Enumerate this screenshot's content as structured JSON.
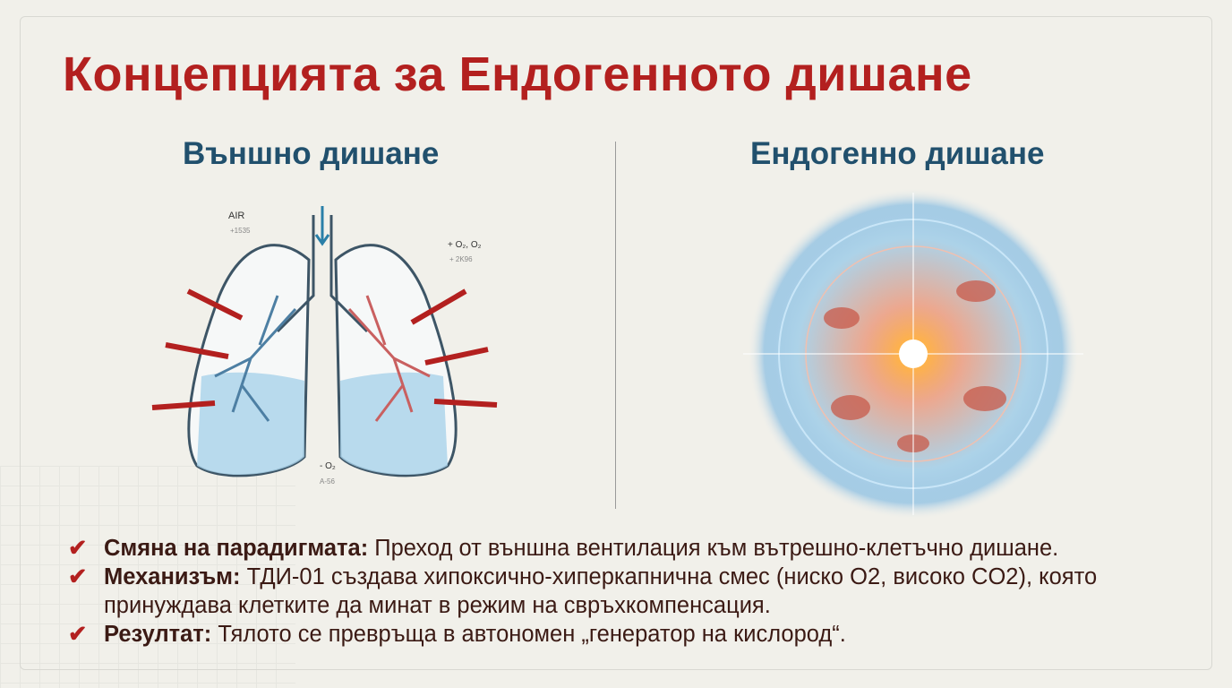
{
  "title": "Концепцията за Ендогенното дишане",
  "left": {
    "heading": "Външно дишане",
    "labels": {
      "air": "AIR",
      "air_value": "+1535",
      "o2_top": "+ O₂, O₂",
      "o2_top_value": "+ 2K96",
      "o2_bottom": "- O₂",
      "o2_bottom_value": "A-56"
    }
  },
  "right": {
    "heading": "Ендогенно дишане"
  },
  "bullets": [
    {
      "label": "Смяна на парадигмата:",
      "text": " Преход от външна вентилация към вътрешно-клетъчно дишане."
    },
    {
      "label": "Механизъм:",
      "text": " ТДИ-01 създава хипоксично-хиперкапнична смес (ниско O2, високо CO2), която",
      "text2": "принуждава клетките да минат в режим на свръхкомпенсация."
    },
    {
      "label": "Резултат:",
      "text": " Тялото се превръща в автономен „генератор на кислород“."
    }
  ],
  "colors": {
    "title": "#b3201f",
    "heading": "#21506d",
    "body": "#3b1a14",
    "check": "#b3201f"
  },
  "icons": {
    "bullet": "checkmark-icon"
  }
}
